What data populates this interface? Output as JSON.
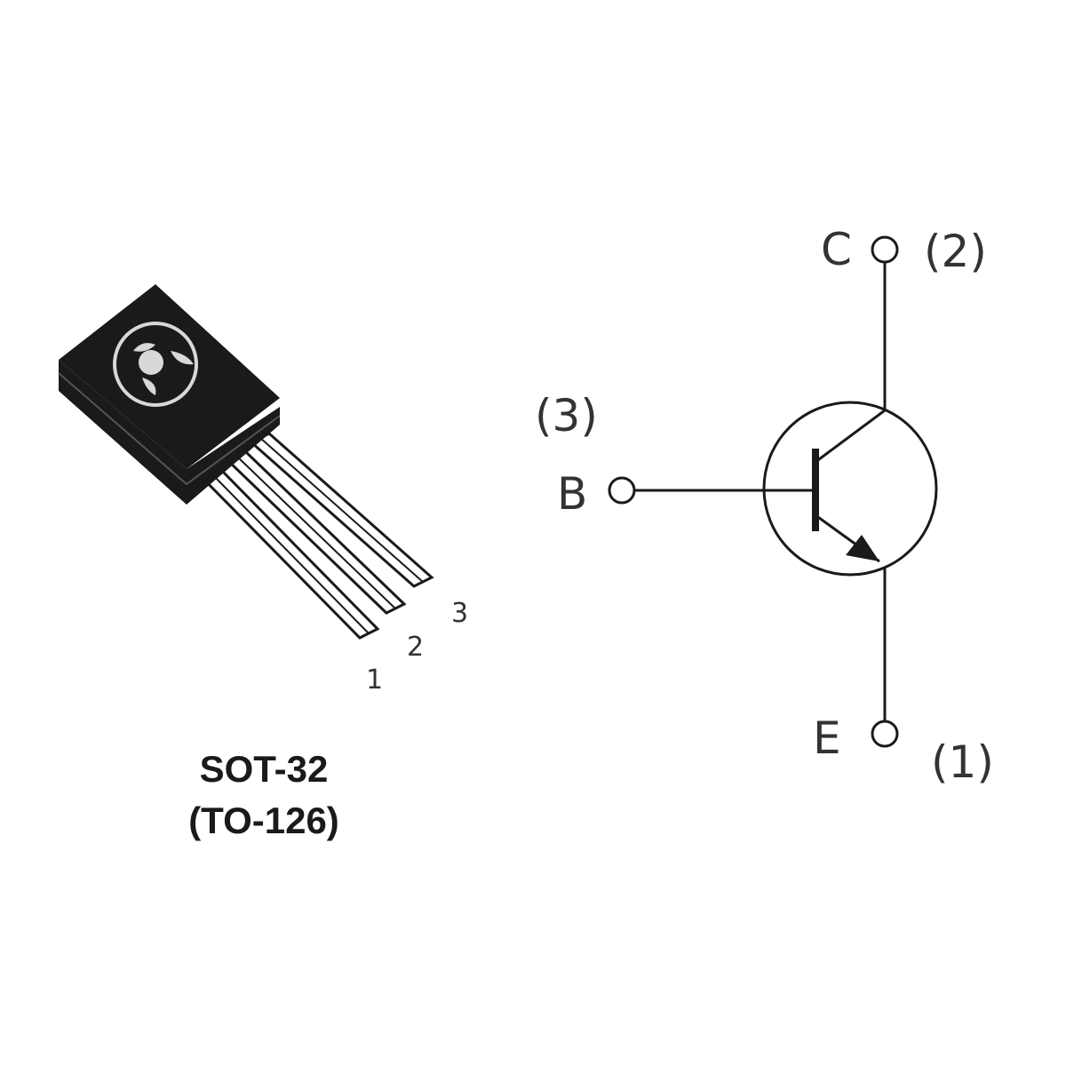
{
  "package": {
    "name": "SOT-32",
    "alt_name": "(TO-126)",
    "pins": [
      "1",
      "2",
      "3"
    ]
  },
  "symbol": {
    "collector": {
      "letter": "C",
      "pin": "(2)"
    },
    "base": {
      "letter": "B",
      "pin": "(3)"
    },
    "emitter": {
      "letter": "E",
      "pin": "(1)"
    }
  },
  "colors": {
    "body": "#1a1a1a",
    "line": "#1a1a1a",
    "text": "#333333"
  }
}
